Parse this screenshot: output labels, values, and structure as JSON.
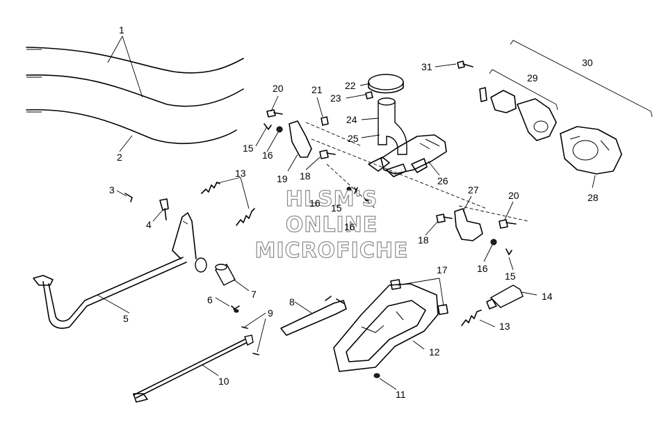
{
  "watermark": [
    "HLSM'S",
    "ONLINE",
    "MICROFICHE"
  ],
  "callouts": {
    "c1": "1",
    "c2": "2",
    "c3": "3",
    "c4": "4",
    "c5": "5",
    "c6": "6",
    "c7": "7",
    "c8": "8",
    "c9": "9",
    "c10": "10",
    "c11": "11",
    "c12": "12",
    "c13a": "13",
    "c13b": "13",
    "c14": "14",
    "c15a": "15",
    "c15b": "15",
    "c15c": "15",
    "c16a": "16",
    "c16b": "16",
    "c16c": "16",
    "c16d": "16",
    "c17": "17",
    "c18a": "18",
    "c18b": "18",
    "c19": "19",
    "c20a": "20",
    "c20b": "20",
    "c21": "21",
    "c22": "22",
    "c23": "23",
    "c24": "24",
    "c25": "25",
    "c26": "26",
    "c27": "27",
    "c28": "28",
    "c29": "29",
    "c30": "30",
    "c31": "31"
  }
}
